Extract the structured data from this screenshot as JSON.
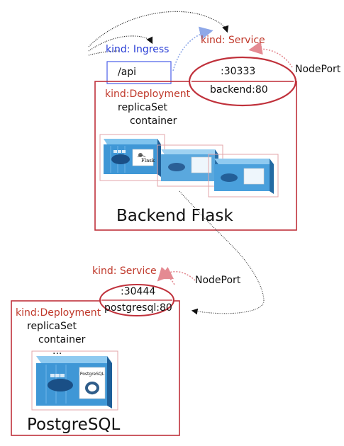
{
  "colors": {
    "red": "#c0392b",
    "blue": "#2a3fd6",
    "blue_arrow": "#8ea8e8",
    "pink_arrow": "#e48a92",
    "box_border": "#c0313b",
    "container_blue": "#3f97d6",
    "container_dark": "#1f5f99"
  },
  "icons": {
    "container": "docker-shipping-container-icon",
    "flask": "flask-logo-icon",
    "postgres": "postgresql-elephant-icon"
  },
  "backend": {
    "ingress_kind": "kind: Ingress",
    "ingress_path": "/api",
    "service_kind": "kind: Service",
    "service_port": ":30333",
    "service_target": "backend:80",
    "nodeport": "NodePort",
    "deployment_kind": "kind:Deployment",
    "replicaset": "replicaSet",
    "container": "container",
    "title": "Backend Flask",
    "flask_label": "Flask"
  },
  "database": {
    "service_kind": "kind: Service",
    "service_port": ":30444",
    "service_target": "postgresql:80",
    "nodeport": "NodePort",
    "deployment_kind": "kind:Deployment",
    "replicaset": "replicaSet",
    "container": "container",
    "ellipsis": "...",
    "title": "PostgreSQL",
    "postgres_label": "PostgreSQL"
  }
}
